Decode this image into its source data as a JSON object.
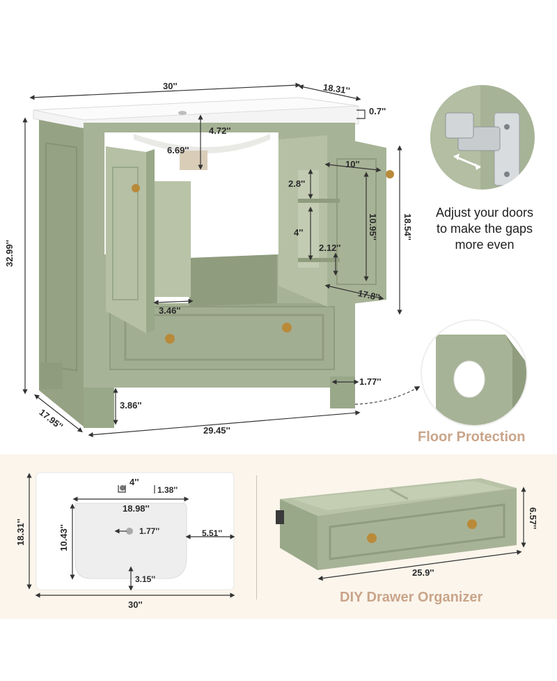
{
  "main_diagram": {
    "width": "30''",
    "depth_top": "18.31''",
    "top_thickness": "0.7''",
    "height": "32.99''",
    "bowl_depth": "4.72''",
    "drain": "6.69''",
    "shelf_width": "10''",
    "shelf_gap_top": "2.8''",
    "shelf_height": "10.95''",
    "door_gap": "4''",
    "shelf_gap_bottom": "2.12''",
    "interior_height": "18.54''",
    "shelf_depth": "17.8''",
    "side_panel": "3.46''",
    "leg_width": "1.77''",
    "leg_height": "3.86''",
    "depth_base": "17.95''",
    "width_base": "29.45''"
  },
  "hinge_callout": {
    "lines": [
      "Adjust your doors",
      "to make the gaps",
      "more even"
    ]
  },
  "floor_callout": {
    "caption": "Floor Protection"
  },
  "sink_diagram": {
    "faucet_hole": "4''",
    "hole_offset": "1.38''",
    "basin_width": "18.98''",
    "depth": "18.31''",
    "basin_depth": "10.43''",
    "drain": "1.77''",
    "side_margin": "5.51''",
    "front_margin": "3.15''",
    "width": "30''"
  },
  "drawer_diagram": {
    "height": "6.57''",
    "width": "25.9''",
    "caption": "DIY Drawer Organizer"
  },
  "colors": {
    "cabinet": "#a7b396",
    "cabinet_dark": "#8f9c7e",
    "cabinet_light": "#b8c3a7",
    "caption": "#c9a58a",
    "band": "#fbf5ec",
    "knob": "#b98a3a"
  }
}
